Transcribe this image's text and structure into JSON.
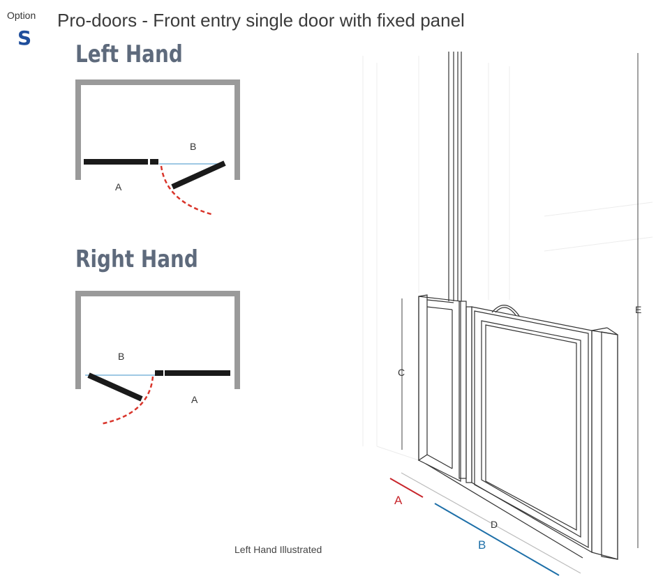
{
  "header": {
    "option_label": "Option",
    "option_letter": "S",
    "title": "Pro-doors - Front entry single door with fixed panel"
  },
  "left_hand": {
    "title": "Left Hand",
    "label_a": "A",
    "label_b": "B"
  },
  "right_hand": {
    "title": "Right Hand",
    "label_a": "A",
    "label_b": "B"
  },
  "illustration": {
    "dimension_labels": {
      "a": "A",
      "b": "B",
      "c": "C",
      "d": "D",
      "e": "E"
    },
    "caption": "Left Hand Illustrated"
  },
  "colors": {
    "option_letter": "#1f4e9c",
    "hand_title": "#5e6a7c",
    "frame_gray": "#9a9a9a",
    "door_black": "#1a1a1a",
    "swing_red": "#d9352b",
    "dimension_red": "#c8262c",
    "dimension_blue": "#1d6fa8",
    "opening_line": "#7fb6dc"
  }
}
